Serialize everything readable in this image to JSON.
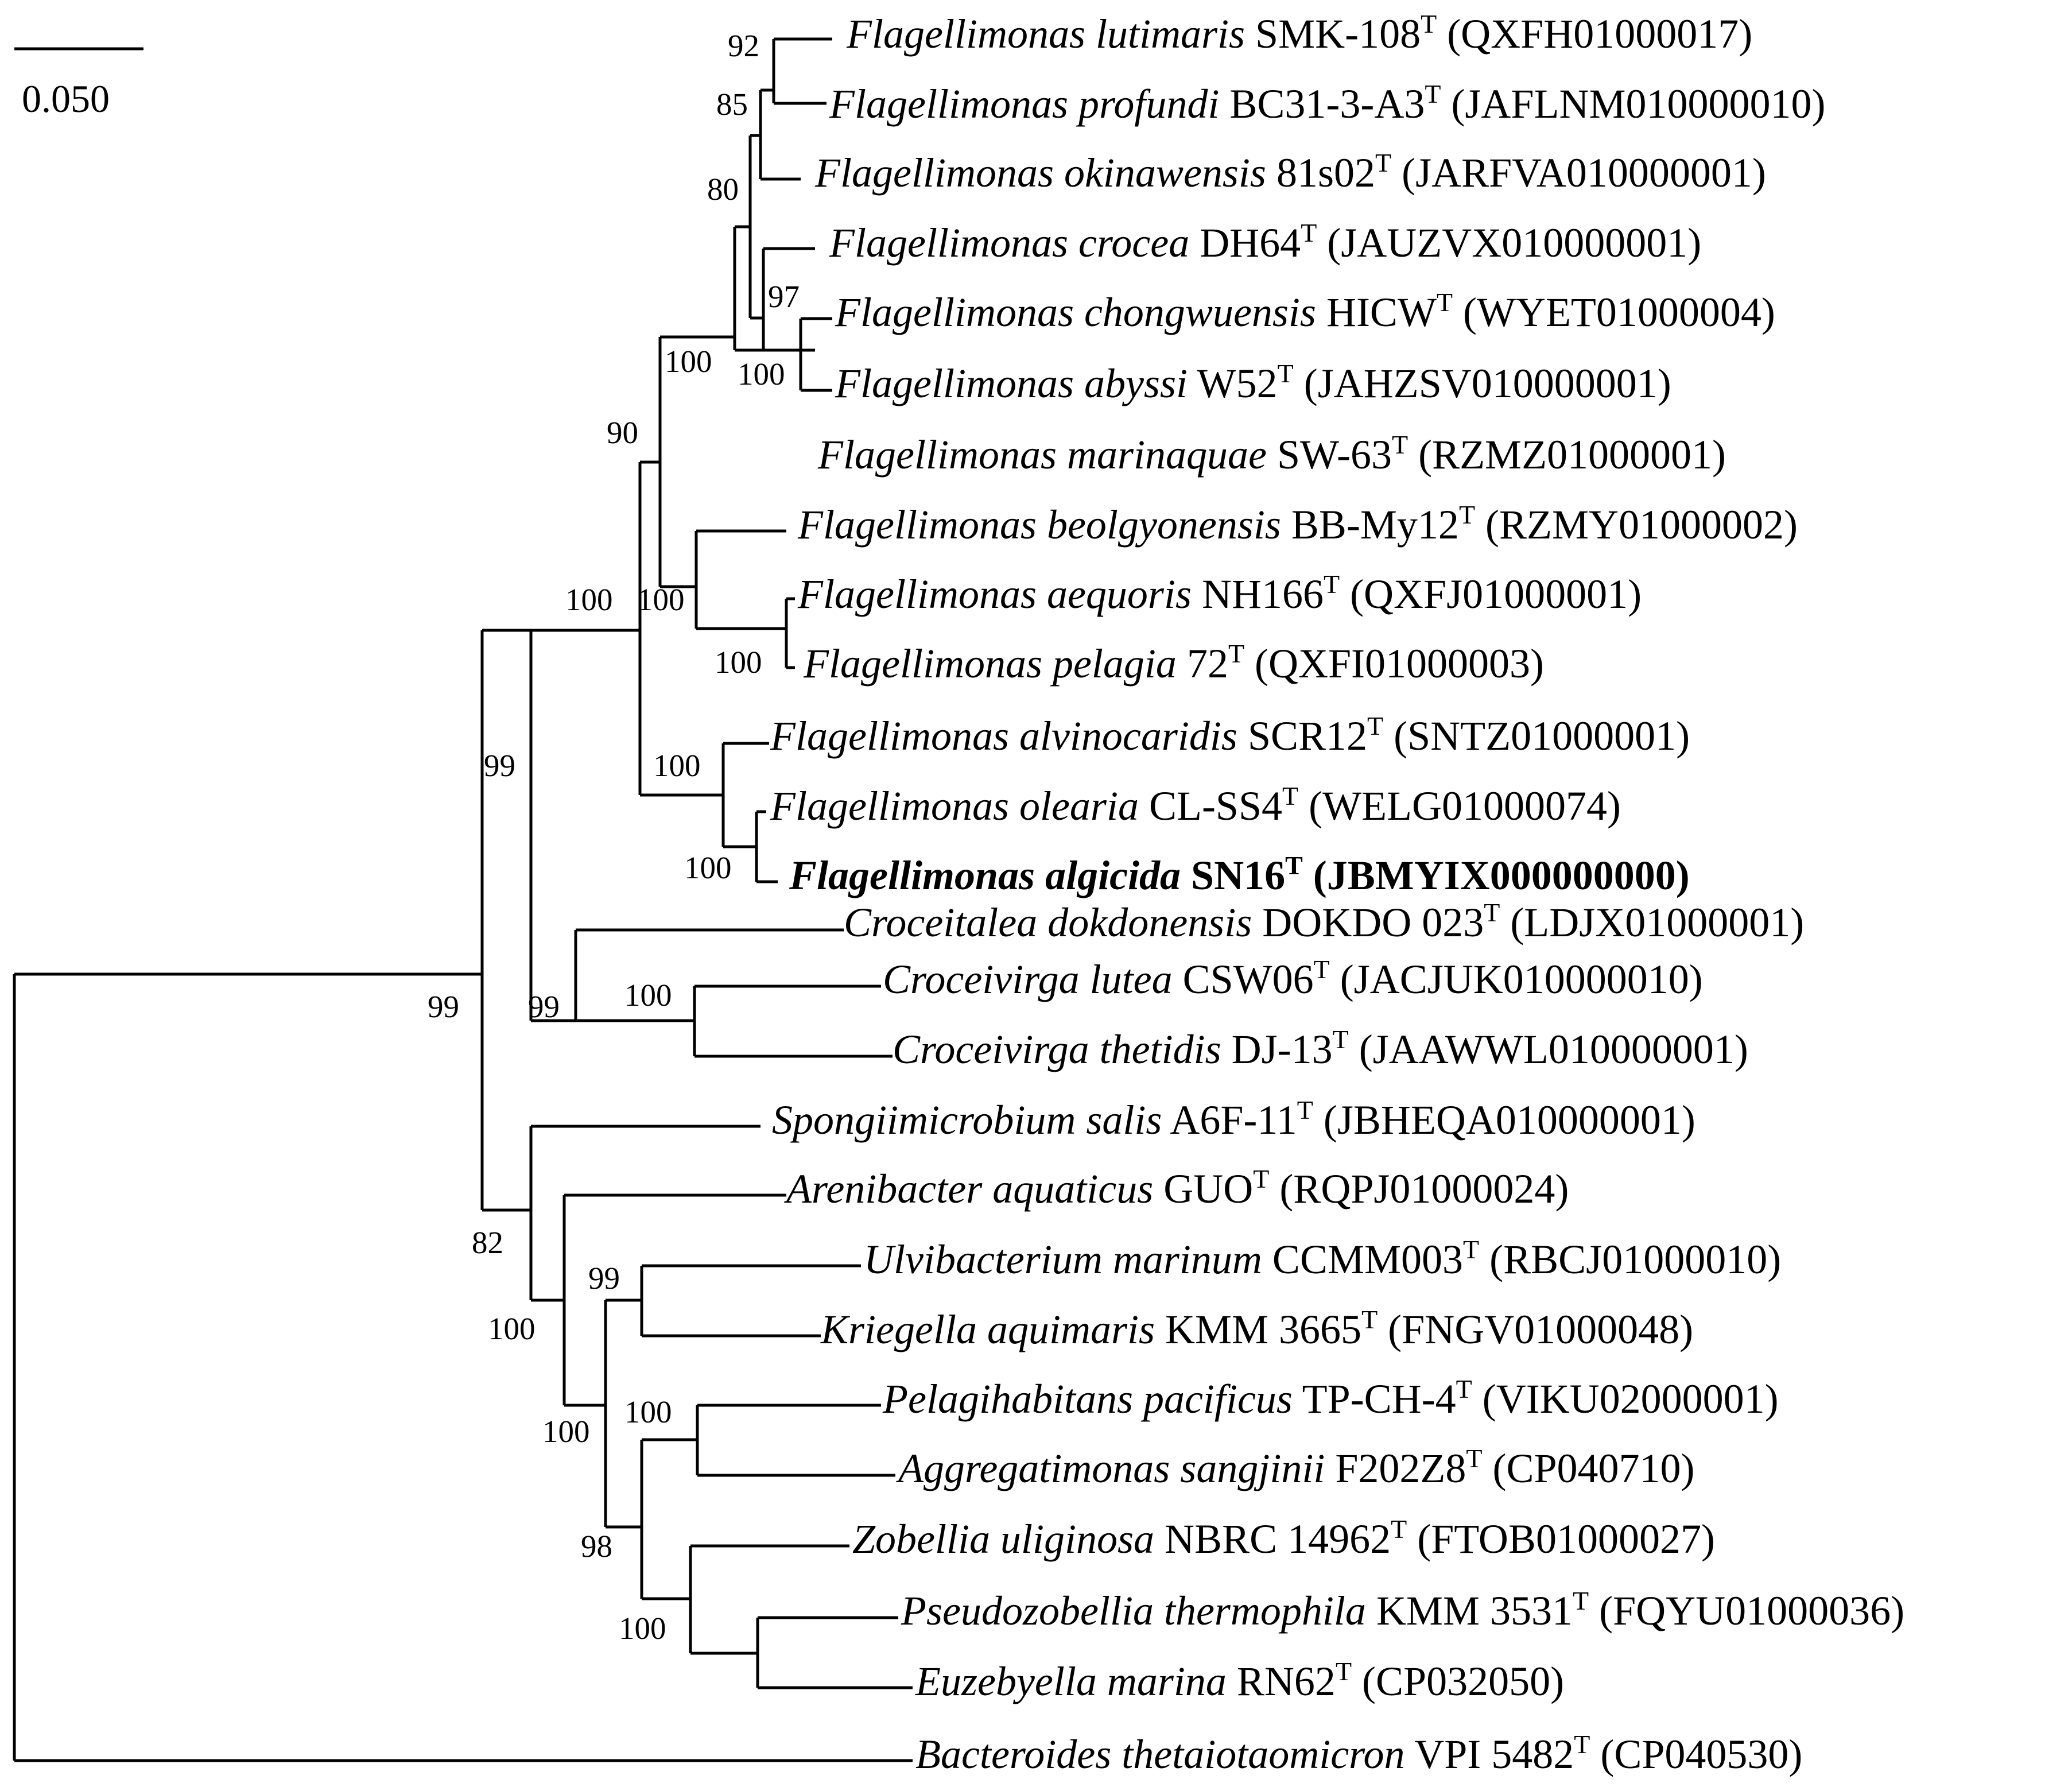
{
  "scale_bar": {
    "label": "0.050",
    "value": 0.05
  },
  "taxa": [
    {
      "name": "Flagellimonas lutimaris",
      "strain": "SMK-108",
      "type_mark": "T",
      "accession": "(QXFH01000017)",
      "bold": false
    },
    {
      "name": "Flagellimonas profundi",
      "strain": "BC31-3-A3",
      "type_mark": "T",
      "accession": "(JAFLNM010000010)",
      "bold": false
    },
    {
      "name": "Flagellimonas okinawensis",
      "strain": "81s02",
      "type_mark": "T",
      "accession": "(JARFVA010000001)",
      "bold": false
    },
    {
      "name": "Flagellimonas crocea",
      "strain": "DH64",
      "type_mark": "T",
      "accession": "(JAUZVX010000001)",
      "bold": false
    },
    {
      "name": "Flagellimonas chongwuensis",
      "strain": "HICW",
      "type_mark": "T",
      "accession": "(WYET01000004)",
      "bold": false
    },
    {
      "name": "Flagellimonas abyssi",
      "strain": "W52",
      "type_mark": "T",
      "accession": "(JAHZSV010000001)",
      "bold": false
    },
    {
      "name": "Flagellimonas marinaquae",
      "strain": "SW-63",
      "type_mark": "T",
      "accession": "(RZMZ01000001)",
      "bold": false
    },
    {
      "name": "Flagellimonas beolgyonensis",
      "strain": "BB-My12",
      "type_mark": "T",
      "accession": "(RZMY01000002)",
      "bold": false
    },
    {
      "name": "Flagellimonas aequoris",
      "strain": "NH166",
      "type_mark": "T",
      "accession": "(QXFJ01000001)",
      "bold": false
    },
    {
      "name": "Flagellimonas pelagia",
      "strain": "72",
      "type_mark": "T",
      "accession": "(QXFI01000003)",
      "bold": false
    },
    {
      "name": "Flagellimonas alvinocaridis",
      "strain": "SCR12",
      "type_mark": "T",
      "accession": "(SNTZ01000001)",
      "bold": false
    },
    {
      "name": "Flagellimonas olearia",
      "strain": "CL-SS4",
      "type_mark": "T",
      "accession": "(WELG01000074)",
      "bold": false
    },
    {
      "name": "Flagellimonas algicida",
      "strain": "SN16",
      "type_mark": "T",
      "accession": "(JBMYIX000000000)",
      "bold": true
    },
    {
      "name": "Croceitalea dokdonensis",
      "strain": "DOKDO 023",
      "type_mark": "T",
      "accession": "(LDJX01000001)",
      "bold": false
    },
    {
      "name": "Croceivirga lutea",
      "strain": "CSW06",
      "type_mark": "T",
      "accession": "(JACJUK010000010)",
      "bold": false
    },
    {
      "name": "Croceivirga thetidis",
      "strain": "DJ-13",
      "type_mark": "T",
      "accession": "(JAAWWL010000001)",
      "bold": false
    },
    {
      "name": "Spongiimicrobium salis",
      "strain": "A6F-11",
      "type_mark": "T",
      "accession": "(JBHEQA010000001)",
      "bold": false
    },
    {
      "name": "Arenibacter aquaticus",
      "strain": "GUO",
      "type_mark": "T",
      "accession": "(RQPJ01000024)",
      "bold": false
    },
    {
      "name": "Ulvibacterium marinum",
      "strain": "CCMM003",
      "type_mark": "T",
      "accession": "(RBCJ01000010)",
      "bold": false
    },
    {
      "name": "Kriegella aquimaris",
      "strain": "KMM 3665",
      "type_mark": "T",
      "accession": "(FNGV01000048)",
      "bold": false
    },
    {
      "name": "Pelagihabitans pacificus",
      "strain": "TP-CH-4",
      "type_mark": "T",
      "accession": "(VIKU02000001)",
      "bold": false
    },
    {
      "name": "Aggregatimonas sangjinii",
      "strain": "F202Z8",
      "type_mark": "T",
      "accession": "(CP040710)",
      "bold": false
    },
    {
      "name": "Zobellia uliginosa",
      "strain": "NBRC 14962",
      "type_mark": "T",
      "accession": "(FTOB01000027)",
      "bold": false
    },
    {
      "name": "Pseudozobellia thermophila",
      "strain": "KMM 3531",
      "type_mark": "T",
      "accession": "(FQYU01000036)",
      "bold": false
    },
    {
      "name": "Euzebyella marina",
      "strain": "RN62",
      "type_mark": "T",
      "accession": "(CP032050)",
      "bold": false
    },
    {
      "name": "Bacteroides thetaiotaomicron",
      "strain": "VPI 5482",
      "type_mark": "T",
      "accession": "(CP040530)",
      "bold": false
    }
  ],
  "bootstrap_values": [
    "92",
    "85",
    "80",
    "97",
    "100",
    "100",
    "90",
    "100",
    "100",
    "100",
    "100",
    "100",
    "99",
    "99",
    "99",
    "82",
    "100",
    "99",
    "100",
    "100",
    "98",
    "100",
    "100"
  ]
}
